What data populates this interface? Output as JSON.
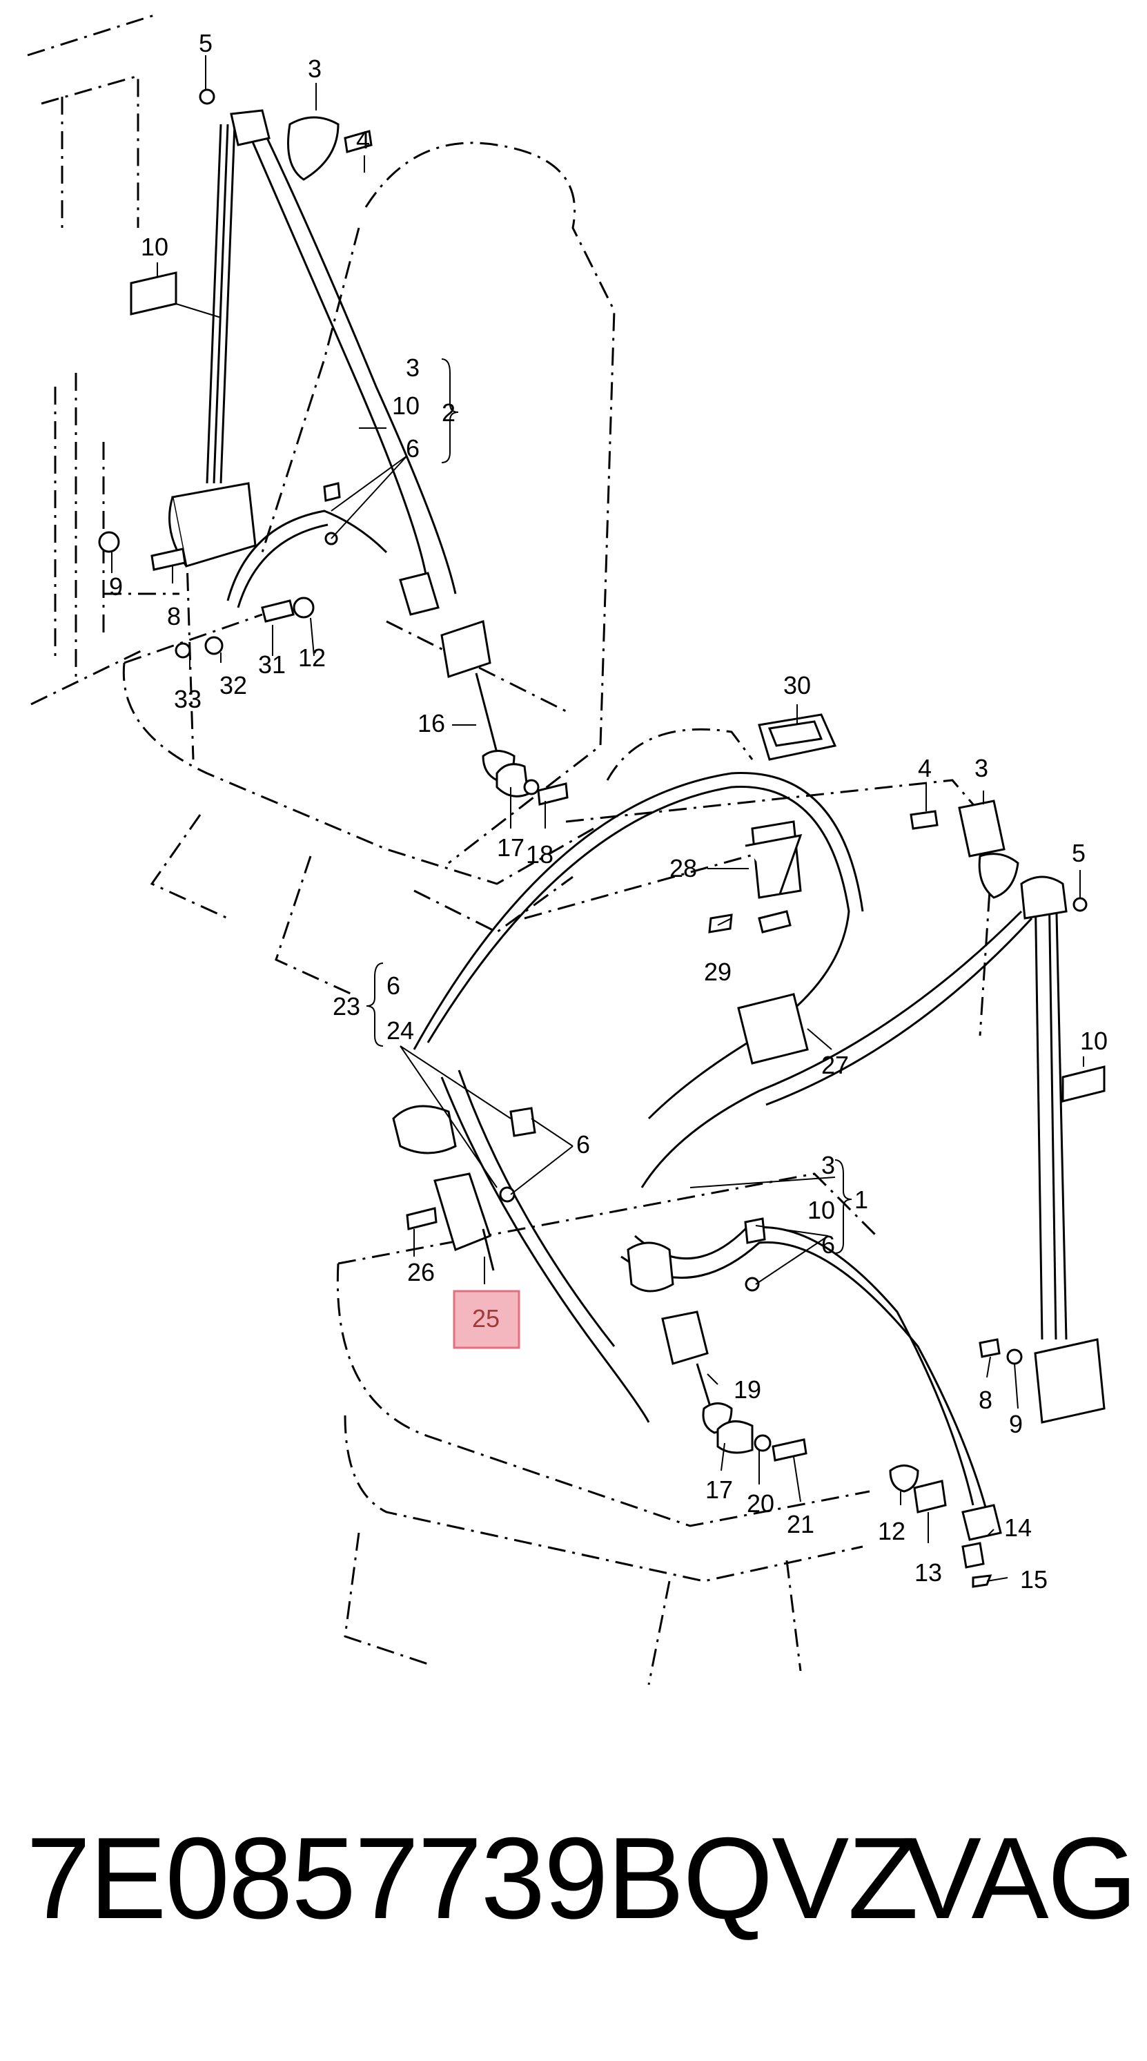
{
  "callouts": {
    "c1": "1",
    "c2": "2",
    "c3a": "3",
    "c3b": "3",
    "c3c": "3",
    "c3d": "3",
    "c4a": "4",
    "c4b": "4",
    "c5a": "5",
    "c5b": "5",
    "c6a": "6",
    "c6b": "6",
    "c6c": "6",
    "c6d": "6",
    "c8a": "8",
    "c8b": "8",
    "c9a": "9",
    "c9b": "9",
    "c10a": "10",
    "c10b": "10",
    "c10c": "10",
    "c10d": "10",
    "c12a": "12",
    "c12b": "12",
    "c13": "13",
    "c14": "14",
    "c15": "15",
    "c16": "16",
    "c17a": "17",
    "c17b": "17",
    "c18": "18",
    "c19": "19",
    "c20": "20",
    "c21": "21",
    "c23": "23",
    "c24": "24",
    "c25": "25",
    "c26": "26",
    "c27": "27",
    "c28": "28",
    "c29": "29",
    "c30": "30",
    "c31": "31",
    "c32": "32",
    "c33": "33"
  },
  "highlight": {
    "callout": "25",
    "color": "#f4b6bf",
    "border": "#e0707f"
  },
  "footer": {
    "part_number": "7E0857739BQVZ",
    "brand": "VAG"
  }
}
